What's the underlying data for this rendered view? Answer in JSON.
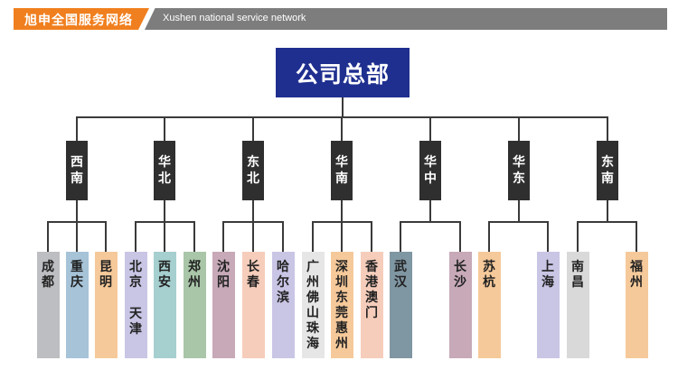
{
  "header": {
    "title_cn": "旭申全国服务网络",
    "title_en": "Xushen national service network"
  },
  "headquarters": "公司总部",
  "regions": [
    {
      "name": "西南",
      "cities": [
        {
          "name": "成都",
          "color": "#bdbec1"
        },
        {
          "name": "重庆",
          "color": "#a6c3d8"
        },
        {
          "name": "昆明",
          "color": "#f6c99a"
        }
      ]
    },
    {
      "name": "华北",
      "cities": [
        {
          "name": "北京",
          "name2": "天津",
          "color": "#c9c5e5"
        },
        {
          "name": "西安",
          "color": "#a6cfcf"
        },
        {
          "name": "郑州",
          "color": "#a9c6a8"
        }
      ]
    },
    {
      "name": "东北",
      "cities": [
        {
          "name": "沈阳",
          "color": "#c7a9b8"
        },
        {
          "name": "长春",
          "color": "#f6cdbb"
        },
        {
          "name": "哈尔滨",
          "color": "#c9c5e5"
        }
      ]
    },
    {
      "name": "华南",
      "cities": [
        {
          "name": "广州佛山珠海",
          "color": "#e6e6e6"
        },
        {
          "name": "深圳东莞惠州",
          "color": "#f6c99a"
        },
        {
          "name": "香港澳门",
          "color": "#f6cdbb"
        }
      ]
    },
    {
      "name": "华中",
      "cities": [
        {
          "name": "武汉",
          "color": "#7f96a3"
        },
        {
          "name": "长沙",
          "color": "#c7a9b8"
        }
      ]
    },
    {
      "name": "华东",
      "cities": [
        {
          "name": "苏杭",
          "color": "#f6c99a"
        },
        {
          "name": "上海",
          "color": "#c9c5e5"
        }
      ]
    },
    {
      "name": "东南",
      "cities": [
        {
          "name": "南昌",
          "color": "#d9d9d9"
        },
        {
          "name": "福州",
          "color": "#f6c99a"
        }
      ]
    }
  ]
}
